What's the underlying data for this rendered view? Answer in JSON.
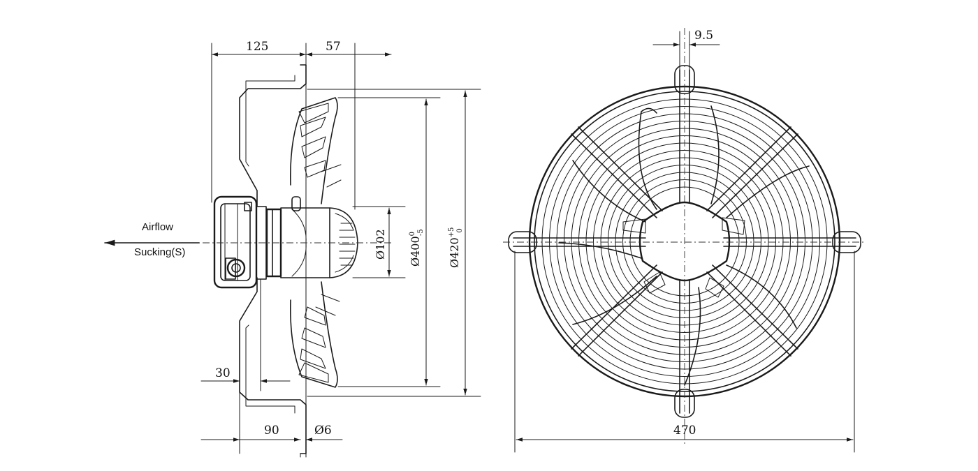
{
  "side_view": {
    "airflow_label": "Airflow",
    "airflow_type": "Sucking(S)",
    "dim_mount_depth": "125",
    "dim_blade_depth": "57",
    "dim_flange_offset": "30",
    "dim_bottom_depth": "90",
    "dim_hole": "Ø6",
    "dim_hub": "Ø102",
    "dim_impeller_base": "Ø400",
    "dim_impeller_sup": "0",
    "dim_impeller_sub": "-5",
    "dim_plate_base": "Ø420",
    "dim_plate_sup": "+5",
    "dim_plate_sub": "0"
  },
  "front_view": {
    "dim_width": "470",
    "dim_bar": "9.5"
  },
  "colors": {
    "line": "#1a1a1a",
    "background": "#ffffff"
  }
}
